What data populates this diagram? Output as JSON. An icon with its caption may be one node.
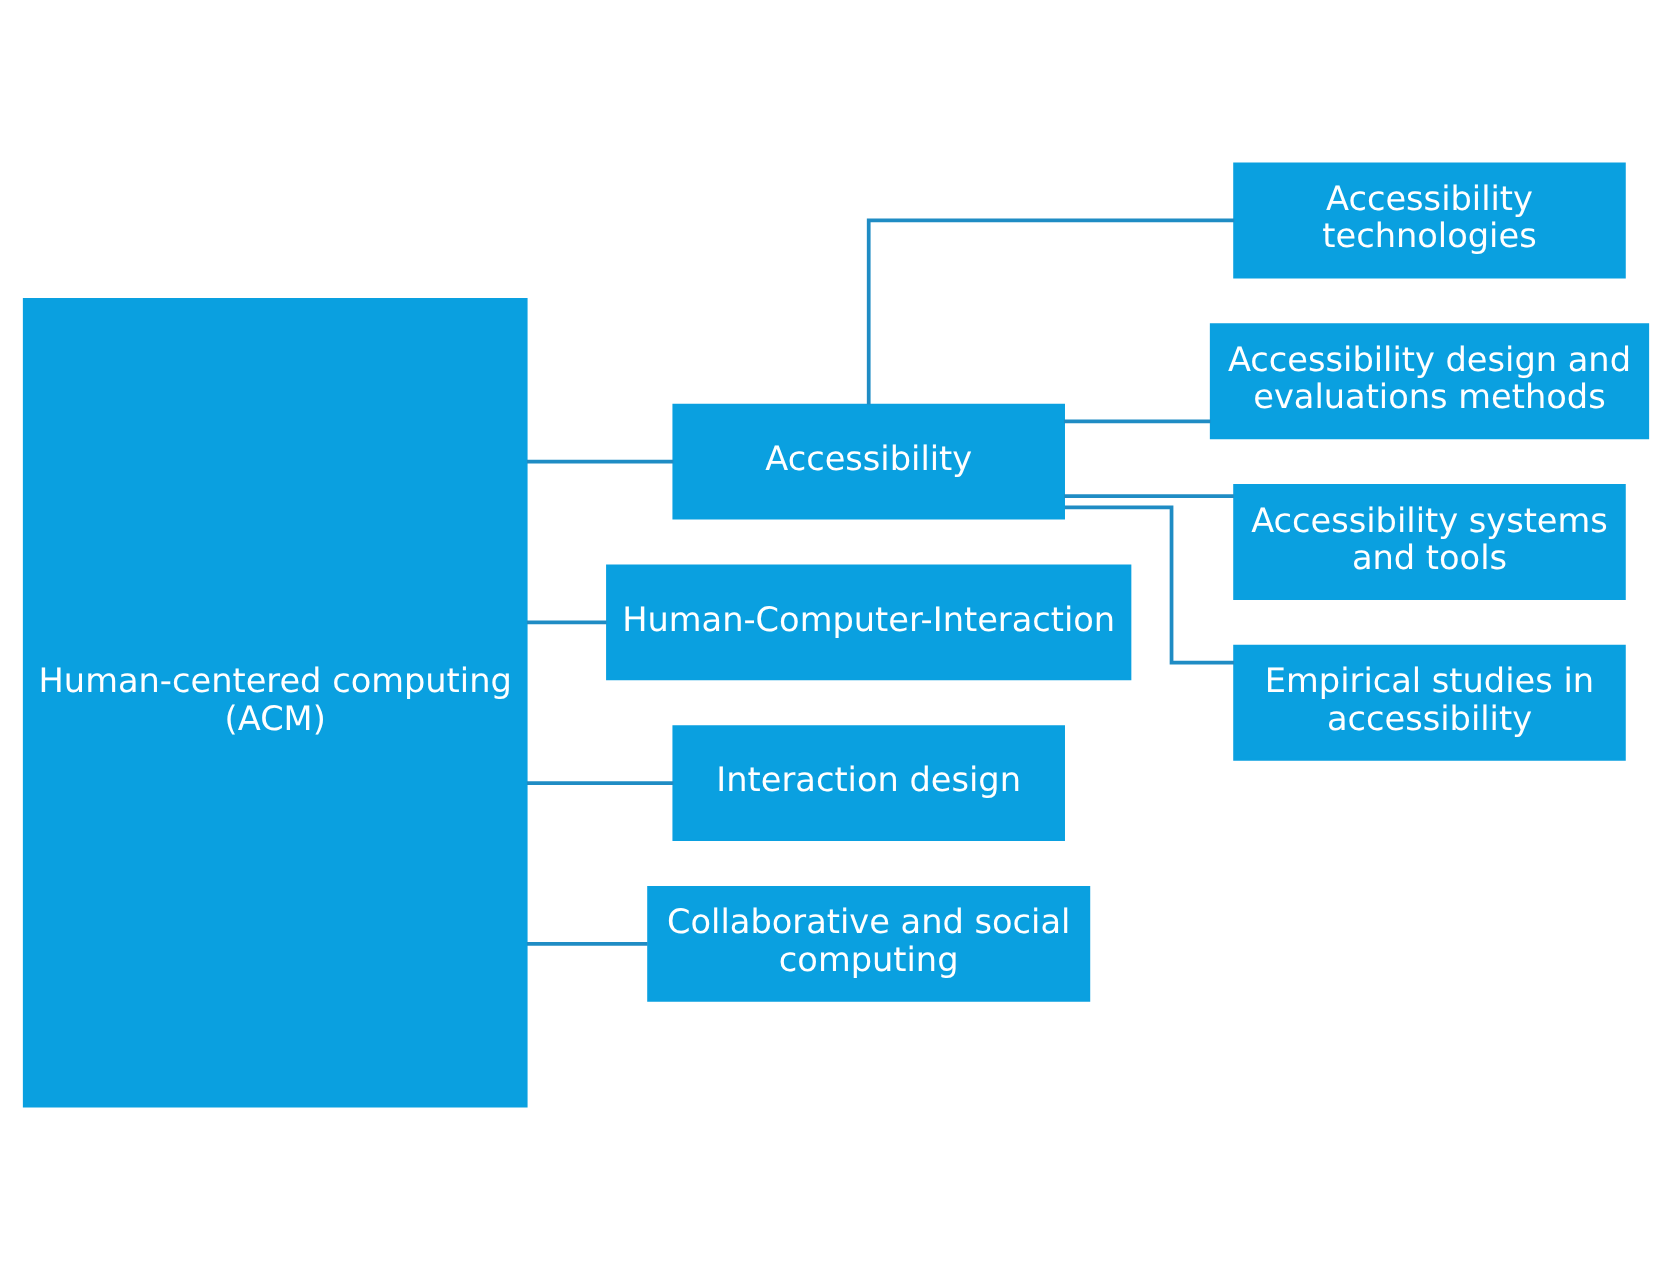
{
  "diagram": {
    "nodes": [
      {
        "text": [
          "Human-centered computing (ACM)"
        ]
      },
      {
        "text": [
          "Accessibility"
        ]
      },
      {
        "text": [
          "Human-Computer-Interaction"
        ]
      },
      {
        "text": [
          "Interaction design"
        ]
      },
      {
        "text": [
          "Collaborative and social computing"
        ]
      },
      {
        "text": [
          "Accessibility technologies"
        ]
      },
      {
        "text": [
          "Accessibility design and evaluations methods"
        ]
      },
      {
        "text": [
          "Accessibility systems and tools"
        ]
      },
      {
        "text": [
          "Empirical studies in accessibility"
        ]
      }
    ],
    "edges": [
      {
        "from": 0,
        "to": 1,
        "arrow": "none"
      },
      {
        "from": 0,
        "to": 2,
        "arrow": "none"
      },
      {
        "from": 0,
        "to": 3,
        "arrow": "none"
      },
      {
        "from": 0,
        "to": 4,
        "arrow": "none"
      },
      {
        "from": 1,
        "to": 5,
        "arrow": "none"
      },
      {
        "from": 1,
        "to": 6,
        "arrow": "none"
      },
      {
        "from": 1,
        "to": 7,
        "arrow": "none"
      },
      {
        "from": 1,
        "to": 8,
        "arrow": "none"
      }
    ]
  }
}
